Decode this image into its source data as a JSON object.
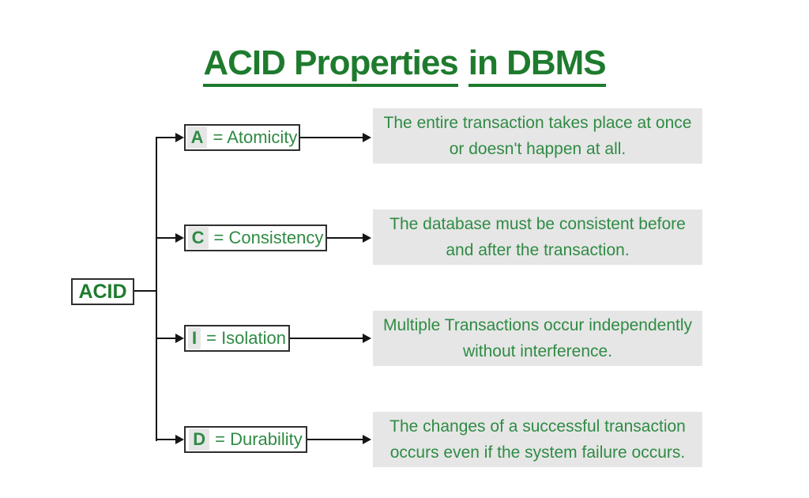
{
  "title": {
    "part1": "ACID Properties",
    "part2": "in DBMS"
  },
  "root": {
    "label": "ACID"
  },
  "rows": [
    {
      "letter": "A",
      "label": "= Atomicity",
      "desc_line1": "The entire transaction takes place at once",
      "desc_line2": "or doesn't happen at all."
    },
    {
      "letter": "C",
      "label": "= Consistency",
      "desc_line1": "The database must be consistent before",
      "desc_line2": "and after the transaction."
    },
    {
      "letter": "I",
      "label": "= Isolation",
      "desc_line1": "Multiple Transactions occur independently",
      "desc_line2": "without interference."
    },
    {
      "letter": "D",
      "label": "= Durability",
      "desc_line1": "The changes of a successful transaction",
      "desc_line2": "occurs even if the system failure occurs."
    }
  ],
  "colors": {
    "title_green": "#1e7b2e",
    "text_green": "#2f8b44",
    "line_black": "#151515",
    "box_border": "#2e2e2e",
    "desc_background": "#e6e6e6",
    "letter_highlight": "#e6e6e6",
    "page_background": "#ffffff"
  }
}
